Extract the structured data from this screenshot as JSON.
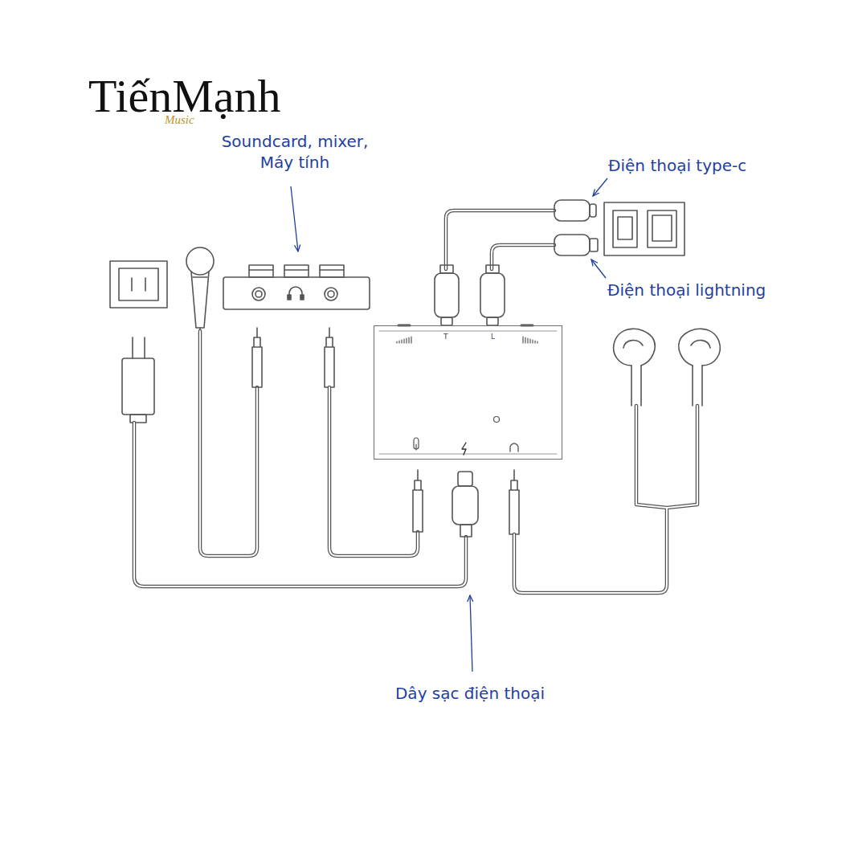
{
  "diagram": {
    "nodes": [
      {
        "text": [
          "T",
          "L"
        ]
      }
    ],
    "labels": [
      "TiếnMạnh",
      "Music",
      "Soundcard, mixer, Máy tính",
      "Điện thoại type-c",
      "Điện thoại lightning",
      "Dây sạc điện thoại"
    ]
  }
}
